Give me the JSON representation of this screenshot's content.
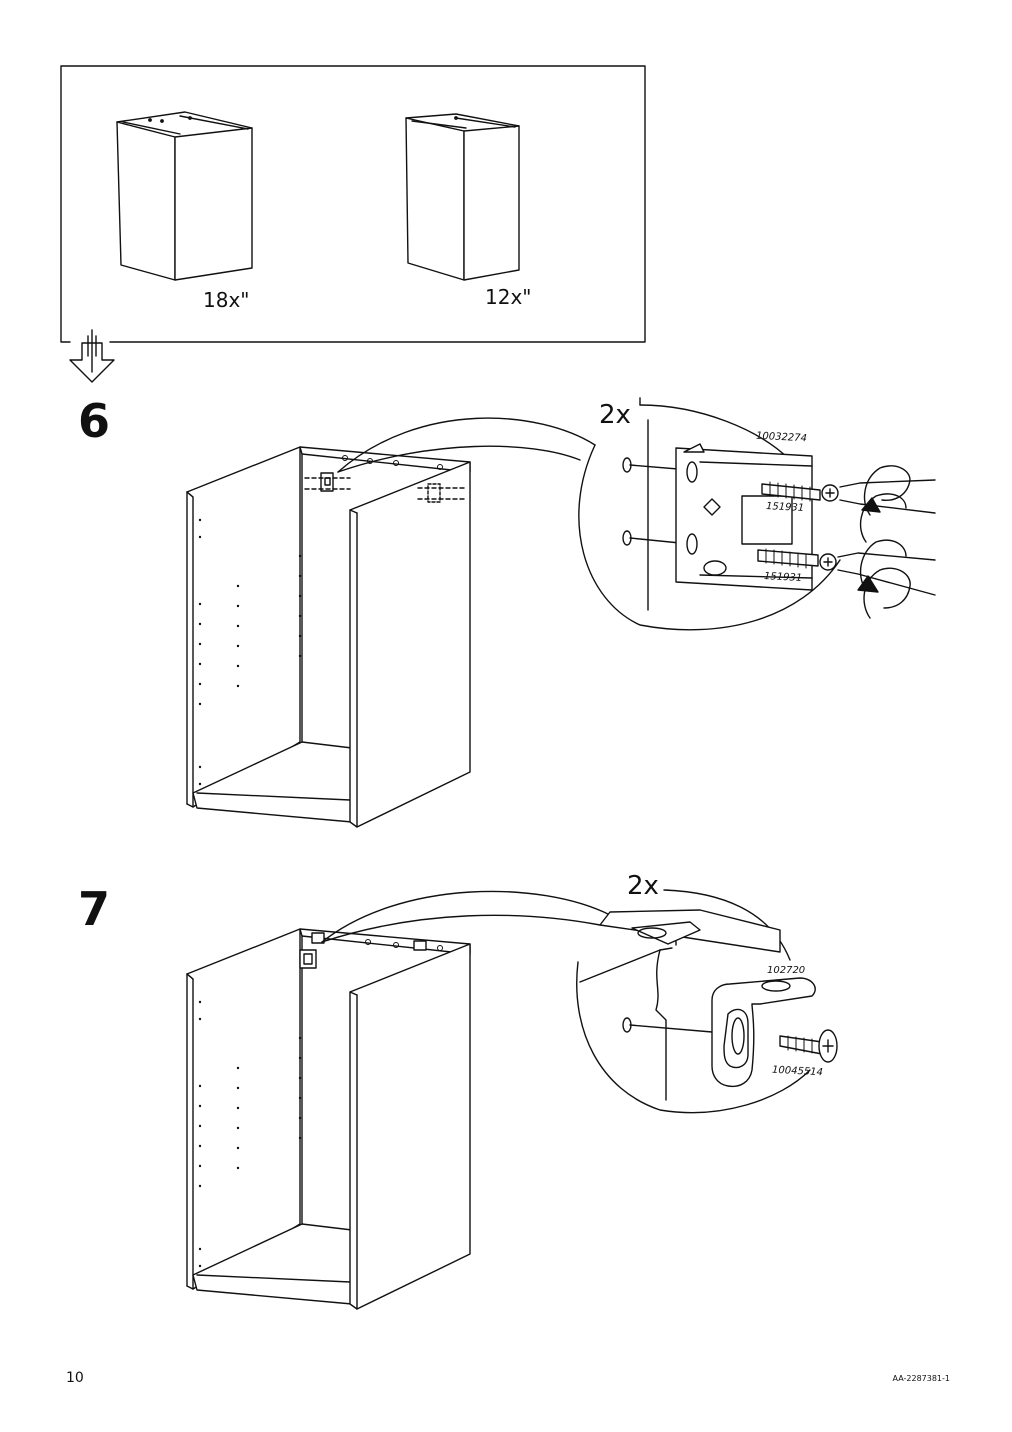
{
  "intro": {
    "variant_a_label": "18x\"",
    "variant_b_label": "12x\""
  },
  "step6": {
    "number": "6",
    "quantity": "2x",
    "bracket_part": "10032274",
    "screw_part_top": "151931",
    "screw_part_bottom": "151931"
  },
  "step7": {
    "number": "7",
    "quantity": "2x",
    "bracket_part": "102720",
    "screw_part": "10045514"
  },
  "footer": {
    "page_number": "10",
    "doc_code": "AA-2287381-1"
  }
}
